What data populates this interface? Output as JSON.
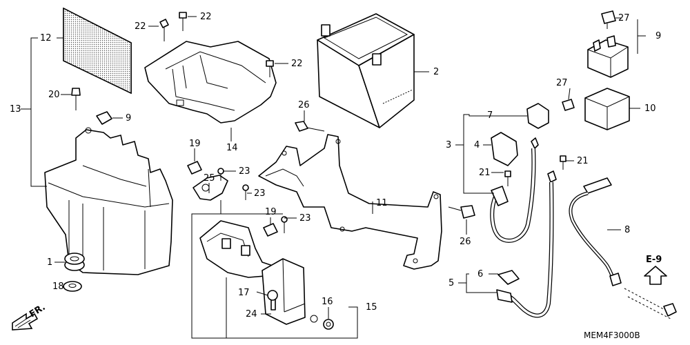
{
  "labels": {
    "n1": "1",
    "n2": "2",
    "n3": "3",
    "n4": "4",
    "n5": "5",
    "n6": "6",
    "n7": "7",
    "n8": "8",
    "n9a": "9",
    "n9b": "9",
    "n10": "10",
    "n11": "11",
    "n12": "12",
    "n13": "13",
    "n14": "14",
    "n15": "15",
    "n16": "16",
    "n17": "17",
    "n18": "18",
    "n19a": "19",
    "n19b": "19",
    "n20": "20",
    "n21a": "21",
    "n21b": "21",
    "n22a": "22",
    "n22b": "22",
    "n22c": "22",
    "n23a": "23",
    "n23b": "23",
    "n23c": "23",
    "n24": "24",
    "n25": "25",
    "n26a": "26",
    "n26b": "26",
    "n27a": "27",
    "n27b": "27"
  },
  "ref_label": "E-9",
  "direction_label": "FR.",
  "diagram_code": "MEM4F3000B"
}
